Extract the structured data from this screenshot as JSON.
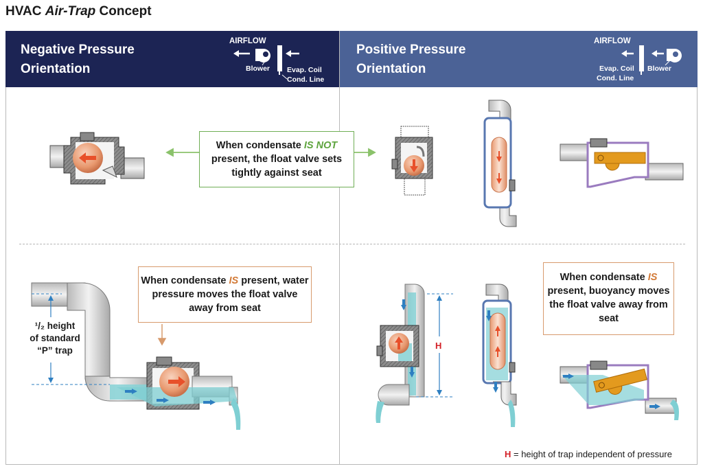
{
  "title": {
    "prefix": "HVAC ",
    "italic": "Air-Trap",
    "suffix": " Concept"
  },
  "panels": {
    "negative": {
      "title_line1": "Negative Pressure",
      "title_line2": "Orientation",
      "airflow": "AIRFLOW",
      "blower": "Blower",
      "evap": "Evap. Coil",
      "cond": "Cond. Line"
    },
    "positive": {
      "title_line1": "Positive Pressure",
      "title_line2": "Orientation",
      "airflow": "AIRFLOW",
      "blower": "Blower",
      "evap": "Evap. Coil",
      "cond": "Cond. Line"
    }
  },
  "callouts": {
    "not_present": {
      "pre": "When condensate ",
      "kw": "IS NOT",
      "post": "present, the float valve sets tightly against seat"
    },
    "present_neg": {
      "pre": "When condensate ",
      "kw": "IS",
      "post": " present, water pressure moves the float valve away from seat"
    },
    "present_pos": {
      "pre": "When condensate ",
      "kw": "IS",
      "post": "present, buoyancy moves the float valve away from seat"
    }
  },
  "ptrap_label": {
    "line1": "¹/₂ height",
    "line2": "of standard",
    "line3": "“P” trap"
  },
  "h_label": "H",
  "legend": {
    "h": "H",
    "text": " = height of trap independent of pressure"
  },
  "colors": {
    "navy": "#1c2454",
    "steel_blue": "#4b6296",
    "green": "#6fae55",
    "orange": "#d27a37",
    "water": "#7fcfd3",
    "arrow_blue": "#2e7fc1",
    "float": "#e89a72",
    "float_arrow": "#e8502a",
    "purple": "#9a7bbf",
    "gold": "#e39a1e",
    "red": "#d31f26"
  }
}
